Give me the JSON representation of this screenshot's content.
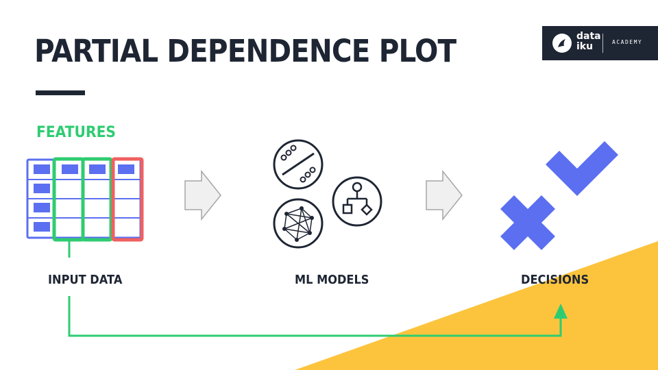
{
  "slide": {
    "title": "PARTIAL DEPENDENCE PLOT",
    "logo": {
      "line1": "data",
      "line2": "iku",
      "subtitle": "ACADEMY"
    },
    "features_label": "FEATURES",
    "stages": {
      "input": "INPUT DATA",
      "models": "ML MODELS",
      "decisions": "DECISIONS"
    },
    "model_icons": [
      "percent-icon",
      "flowchart-icon",
      "network-icon"
    ],
    "colors": {
      "title": "#1e2533",
      "feature_green": "#2ecc71",
      "table_blue": "#5b6ff0",
      "highlight_red": "#f06060",
      "decision_blue": "#5b6ff0",
      "accent_yellow": "#fcc43d",
      "arrow_gray": "#f0f0f0"
    }
  }
}
